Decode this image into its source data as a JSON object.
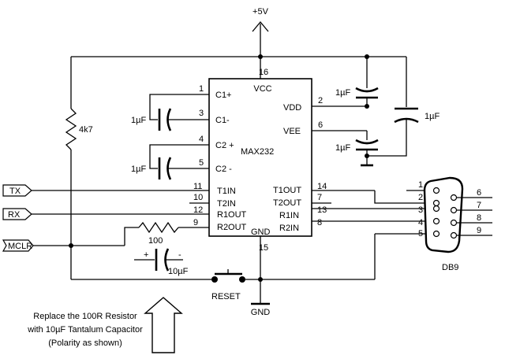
{
  "supply": {
    "label": "+5V"
  },
  "ground": {
    "label": "GND"
  },
  "ic": {
    "name": "MAX232",
    "left_pins": [
      {
        "num": "1",
        "label": "C1+"
      },
      {
        "num": "3",
        "label": "C1-"
      },
      {
        "num": "4",
        "label": "C2 +"
      },
      {
        "num": "5",
        "label": "C2 -"
      },
      {
        "num": "11",
        "label": "T1IN"
      },
      {
        "num": "10",
        "label": "T2IN"
      },
      {
        "num": "12",
        "label": "R1OUT"
      },
      {
        "num": "9",
        "label": "R2OUT"
      }
    ],
    "right_pins": [
      {
        "num": "2",
        "label": "VDD"
      },
      {
        "num": "6",
        "label": "VEE"
      },
      {
        "num": "14",
        "label": "T1OUT"
      },
      {
        "num": "7",
        "label": "T2OUT"
      },
      {
        "num": "13",
        "label": "R1IN"
      },
      {
        "num": "8",
        "label": "R2IN"
      }
    ],
    "vcc": {
      "num": "16",
      "label": "VCC"
    },
    "gnd": {
      "num": "15",
      "label": "GND"
    }
  },
  "capacitors": {
    "c1": "1µF",
    "c2": "1µF",
    "vdd": "1µF",
    "vee": "1µF",
    "bypass": "1µF",
    "tantalum": "10µF",
    "tantalum_plus": "+",
    "tantalum_minus": "-"
  },
  "resistors": {
    "pullup": "4k7",
    "series": "100"
  },
  "signals": {
    "tx": "TX",
    "rx": "RX",
    "mclr": "MCLR"
  },
  "switch": {
    "label": "RESET"
  },
  "connector": {
    "name": "DB9",
    "left_pins": [
      "1",
      "2",
      "3",
      "4",
      "5"
    ],
    "right_pins": [
      "6",
      "7",
      "8",
      "9"
    ]
  },
  "note": {
    "lines": [
      "Replace the 100R Resistor",
      "with 10µF Tantalum Capacitor",
      "(Polarity as shown)"
    ]
  }
}
